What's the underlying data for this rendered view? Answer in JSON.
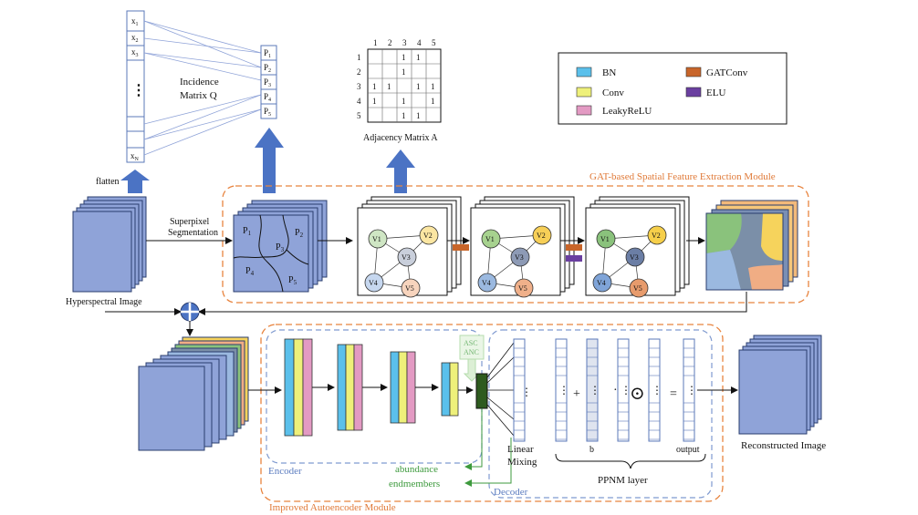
{
  "incidence": {
    "x_labels": [
      "x",
      "x",
      "x",
      "x"
    ],
    "x_subs": [
      "1",
      "2",
      "3",
      "N"
    ],
    "p_labels": [
      "P",
      "P",
      "P",
      "P",
      "P"
    ],
    "p_subs": [
      "1",
      "2",
      "3",
      "4",
      "5"
    ],
    "title_line1": "Incidence",
    "title_line2": "Matrix Q",
    "dots": "⋮",
    "flatten": "flatten"
  },
  "adjacency": {
    "col_headers": [
      "1",
      "2",
      "3",
      "4",
      "5"
    ],
    "row_headers": [
      "1",
      "2",
      "3",
      "4",
      "5"
    ],
    "cells": [
      [
        "",
        "",
        "1",
        "1",
        ""
      ],
      [
        "",
        "",
        "1",
        "",
        ""
      ],
      [
        "1",
        "1",
        "",
        "1",
        "1"
      ],
      [
        "1",
        "",
        "1",
        "",
        "1"
      ],
      [
        "",
        "",
        "1",
        "1",
        ""
      ]
    ],
    "caption": "Adjacency Matrix A"
  },
  "legend": {
    "items": [
      {
        "label": "BN",
        "color": "#5bc0eb"
      },
      {
        "label": "Conv",
        "color": "#eef07a"
      },
      {
        "label": "LeakyReLU",
        "color": "#e39ac3"
      },
      {
        "label": "GATConv",
        "color": "#c8652a"
      },
      {
        "label": "ELU",
        "color": "#6a3fa0"
      }
    ]
  },
  "gat": {
    "module_title": "GAT-based Spatial Feature Extraction Module",
    "superpixel_line1": "Superpixel",
    "superpixel_line2": "Segmentation",
    "segments": [
      {
        "p": "P",
        "s": "1"
      },
      {
        "p": "P",
        "s": "2"
      },
      {
        "p": "P",
        "s": "3"
      },
      {
        "p": "P",
        "s": "4"
      },
      {
        "p": "P",
        "s": "5"
      }
    ],
    "nodes": [
      "V1",
      "V2",
      "V3",
      "V4",
      "V5"
    ],
    "hsi_caption": "Hyperspectral Image"
  },
  "ae": {
    "module_title": "Improved Autoencoder Module",
    "encoder": "Encoder",
    "decoder": "Decoder",
    "asc": "ASC",
    "anc": "ANC",
    "abundance": "abundance",
    "endmembers": "endmembers",
    "linear_line1": "Linear",
    "linear_line2": "Mixing",
    "ppnm": "PPNM layer",
    "b": "b",
    "output": "output",
    "plus": "+",
    "equals": "=",
    "odot": "⊙",
    "cdot": "·",
    "vdots": "⋮",
    "reconstructed": "Reconstructed Image"
  },
  "colors": {
    "cube": "#8fa3d8",
    "cube_edge": "#2a3d6e",
    "arrow": "#4b73c4",
    "orange": "#e8843f",
    "blue_dash": "#7f9ad0",
    "green": "#3d9a3d"
  }
}
